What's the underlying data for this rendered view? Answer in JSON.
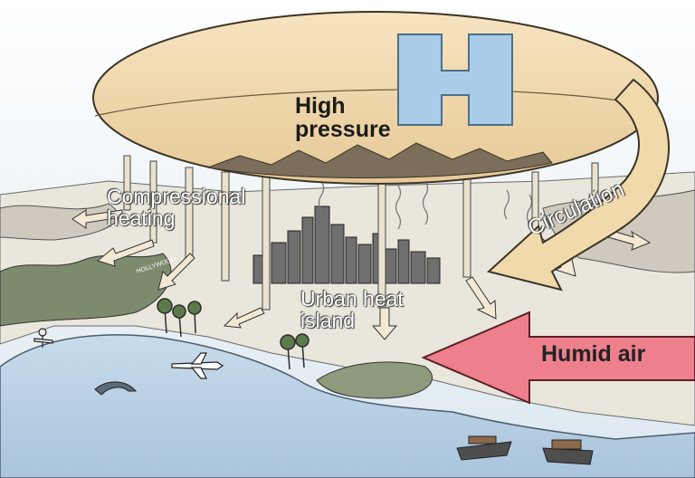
{
  "labels": {
    "high_pressure_line1": "High",
    "high_pressure_line2": "pressure",
    "h_letter": "H",
    "compressional_line1": "Compressional",
    "compressional_line2": "heating",
    "urban_line1": "Urban heat",
    "urban_line2": "island",
    "circulation": "Circulation",
    "humid_air": "Humid air",
    "hollywood_sign": "HOLLYWOOD"
  },
  "colors": {
    "dome": "#ecd5a6",
    "arrow_tan": "#f0d9ab",
    "arrow_pink": "#ee7f8c",
    "h_blue": "#a9cde8",
    "ocean": "#b7cfe3",
    "sky": "#e4edf3"
  }
}
